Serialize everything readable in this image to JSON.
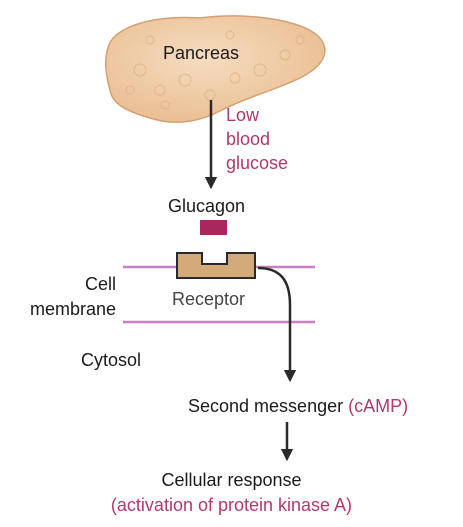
{
  "organ": {
    "label": "Pancreas",
    "color": "#efc9a0",
    "edge": "#d4a070"
  },
  "stimulus": {
    "lines": [
      "Low",
      "blood",
      "glucose"
    ]
  },
  "hormone": {
    "label": "Glucagon",
    "color": "#a8285c"
  },
  "membrane": {
    "label_lines": [
      "Cell",
      "membrane"
    ],
    "color": "#c77fc0",
    "receptor_label": "Receptor",
    "receptor_color": "#d4aa78"
  },
  "cytosol": {
    "label": "Cytosol"
  },
  "second_messenger": {
    "text": "Second messenger",
    "highlight": "(cAMP)"
  },
  "response": {
    "text": "Cellular response",
    "highlight": "(activation of protein kinase A)"
  },
  "accent_color": "#b03a6e",
  "arrow_color": "#2a2a2a"
}
